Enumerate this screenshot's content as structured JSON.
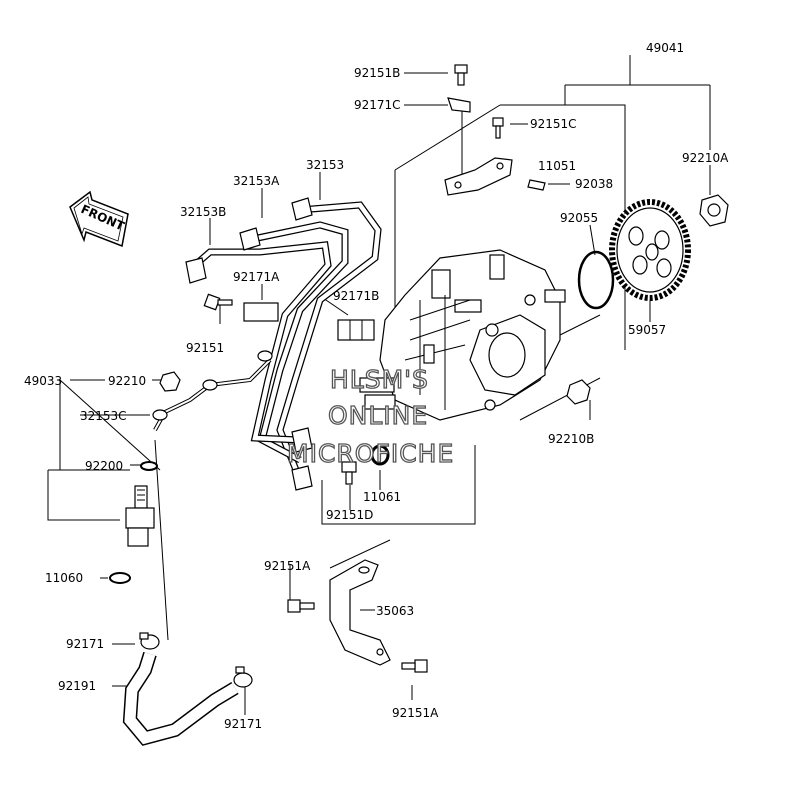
{
  "front_arrow": {
    "label": "FRONT",
    "icon": "front-arrow-icon"
  },
  "watermark": {
    "line1": "HLSM'S",
    "line2": "ONLINE",
    "line3": "MICROFICHE"
  },
  "labels": {
    "p49041": "49041",
    "p92151B": "92151B",
    "p92171C": "92171C",
    "p92151C": "92151C",
    "p11051": "11051",
    "p92038": "92038",
    "p92210A": "92210A",
    "p32153": "32153",
    "p32153A": "32153A",
    "p32153B": "32153B",
    "p92171A": "92171A",
    "p92171B": "92171B",
    "p92151": "92151",
    "p92055": "92055",
    "p59057": "59057",
    "p49033": "49033",
    "p92210": "92210",
    "p32153C": "32153C",
    "p92200": "92200",
    "p11060": "11060",
    "p92210B": "92210B",
    "p11061": "11061",
    "p92151D": "92151D",
    "p92151A_top": "92151A",
    "p35063": "35063",
    "p92171_a": "92171",
    "p92191": "92191",
    "p92171_b": "92171",
    "p92151A_bot": "92151A"
  }
}
